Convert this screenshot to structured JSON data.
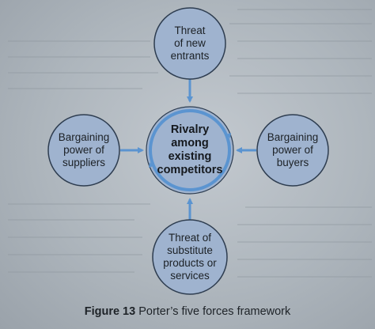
{
  "diagram": {
    "center": {
      "text": "Rivalry\namong\nexisting\ncompetitors"
    },
    "forces": {
      "top": "Threat\nof new\nentrants",
      "left": "Bargaining\npower of\nsuppliers",
      "right": "Bargaining\npower of\nbuyers",
      "bottom": "Threat of\nsubstitute\nproducts or\nservices"
    },
    "colors": {
      "node_fill": "#9fb3cf",
      "node_stroke": "#2e3d50",
      "accent_blue": "#5b94d0",
      "text": "#1c2126"
    }
  },
  "caption": {
    "label": "Figure 13",
    "text": "Porter’s five forces framework"
  }
}
